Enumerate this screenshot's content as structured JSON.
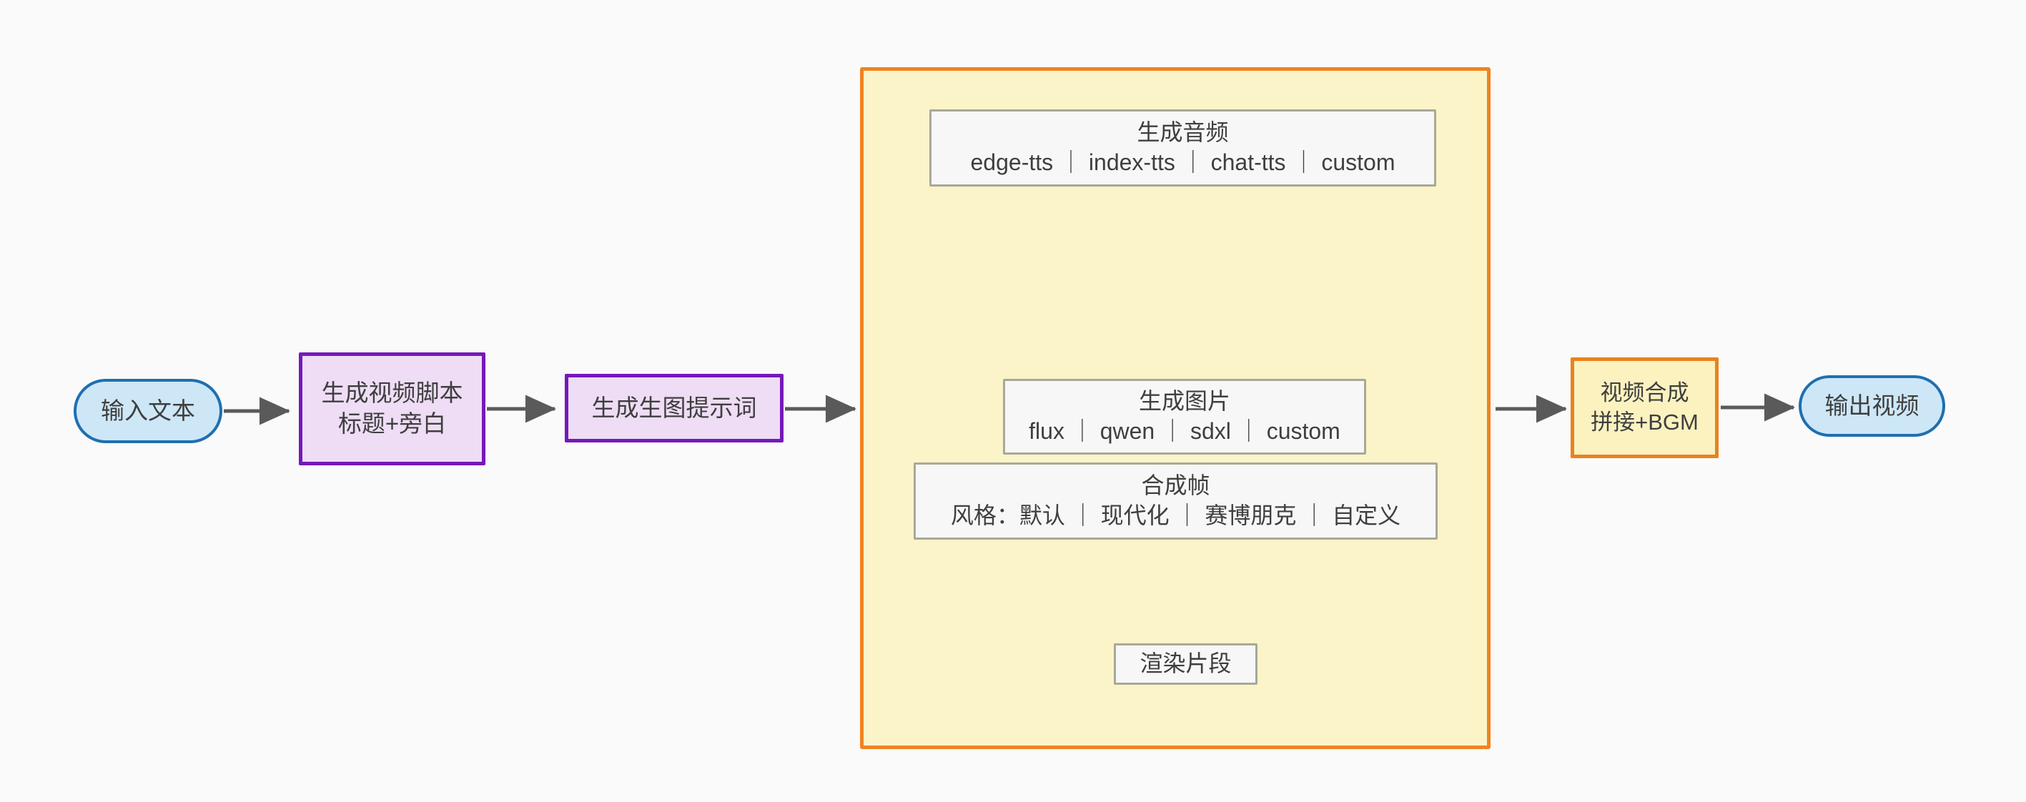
{
  "diagram": {
    "title": "AI video generation pipeline flowchart",
    "colors": {
      "background": "#fafafa",
      "terminal_fill": "#cde7f7",
      "terminal_stroke": "#1f6fb0",
      "process_fill": "#eeddf5",
      "process_stroke": "#7519b8",
      "highlight_fill": "#fbf2c0",
      "highlight_stroke": "#e8821e",
      "subgraph_fill": "#fbf4c8",
      "subgraph_stroke": "#ef8421",
      "plain_fill": "#f7f7f7",
      "plain_stroke": "#a8a89a",
      "edge_stroke": "#5a5a5a",
      "text": "#3f3f3f"
    },
    "nodes": {
      "input": {
        "label": "输入文本",
        "shape": "stadium"
      },
      "script": {
        "line1": "生成视频脚本",
        "line2": "标题+旁白",
        "shape": "rect"
      },
      "prompt": {
        "label": "生成生图提示词",
        "shape": "rect"
      },
      "audio": {
        "line1": "生成音频",
        "line2": "edge-tts ｜ index-tts ｜ chat-tts ｜ custom",
        "options": [
          "edge-tts",
          "index-tts",
          "chat-tts",
          "custom"
        ],
        "shape": "rect"
      },
      "image": {
        "line1": "生成图片",
        "line2": "flux ｜ qwen ｜ sdxl ｜ custom",
        "options": [
          "flux",
          "qwen",
          "sdxl",
          "custom"
        ],
        "shape": "rect"
      },
      "frame": {
        "line1": "合成帧",
        "line2": "风格：默认 ｜ 现代化 ｜ 赛博朋克 ｜ 自定义",
        "options": [
          "默认",
          "现代化",
          "赛博朋克",
          "自定义"
        ],
        "shape": "rect"
      },
      "render": {
        "label": "渲染片段",
        "shape": "rect"
      },
      "compose": {
        "line1": "视频合成",
        "line2": "拼接+BGM",
        "shape": "rect"
      },
      "output": {
        "label": "输出视频",
        "shape": "stadium"
      }
    },
    "edges": [
      {
        "from": "input",
        "to": "script",
        "label": ""
      },
      {
        "from": "script",
        "to": "prompt",
        "label": ""
      },
      {
        "from": "prompt",
        "to": "audio",
        "label": ""
      },
      {
        "from": "audio",
        "to": "image",
        "label": ""
      },
      {
        "from": "image",
        "to": "frame",
        "label": ""
      },
      {
        "from": "frame",
        "to": "render",
        "label": ""
      },
      {
        "from": "render",
        "to": "compose",
        "label": ""
      },
      {
        "from": "compose",
        "to": "output",
        "label": ""
      }
    ]
  }
}
